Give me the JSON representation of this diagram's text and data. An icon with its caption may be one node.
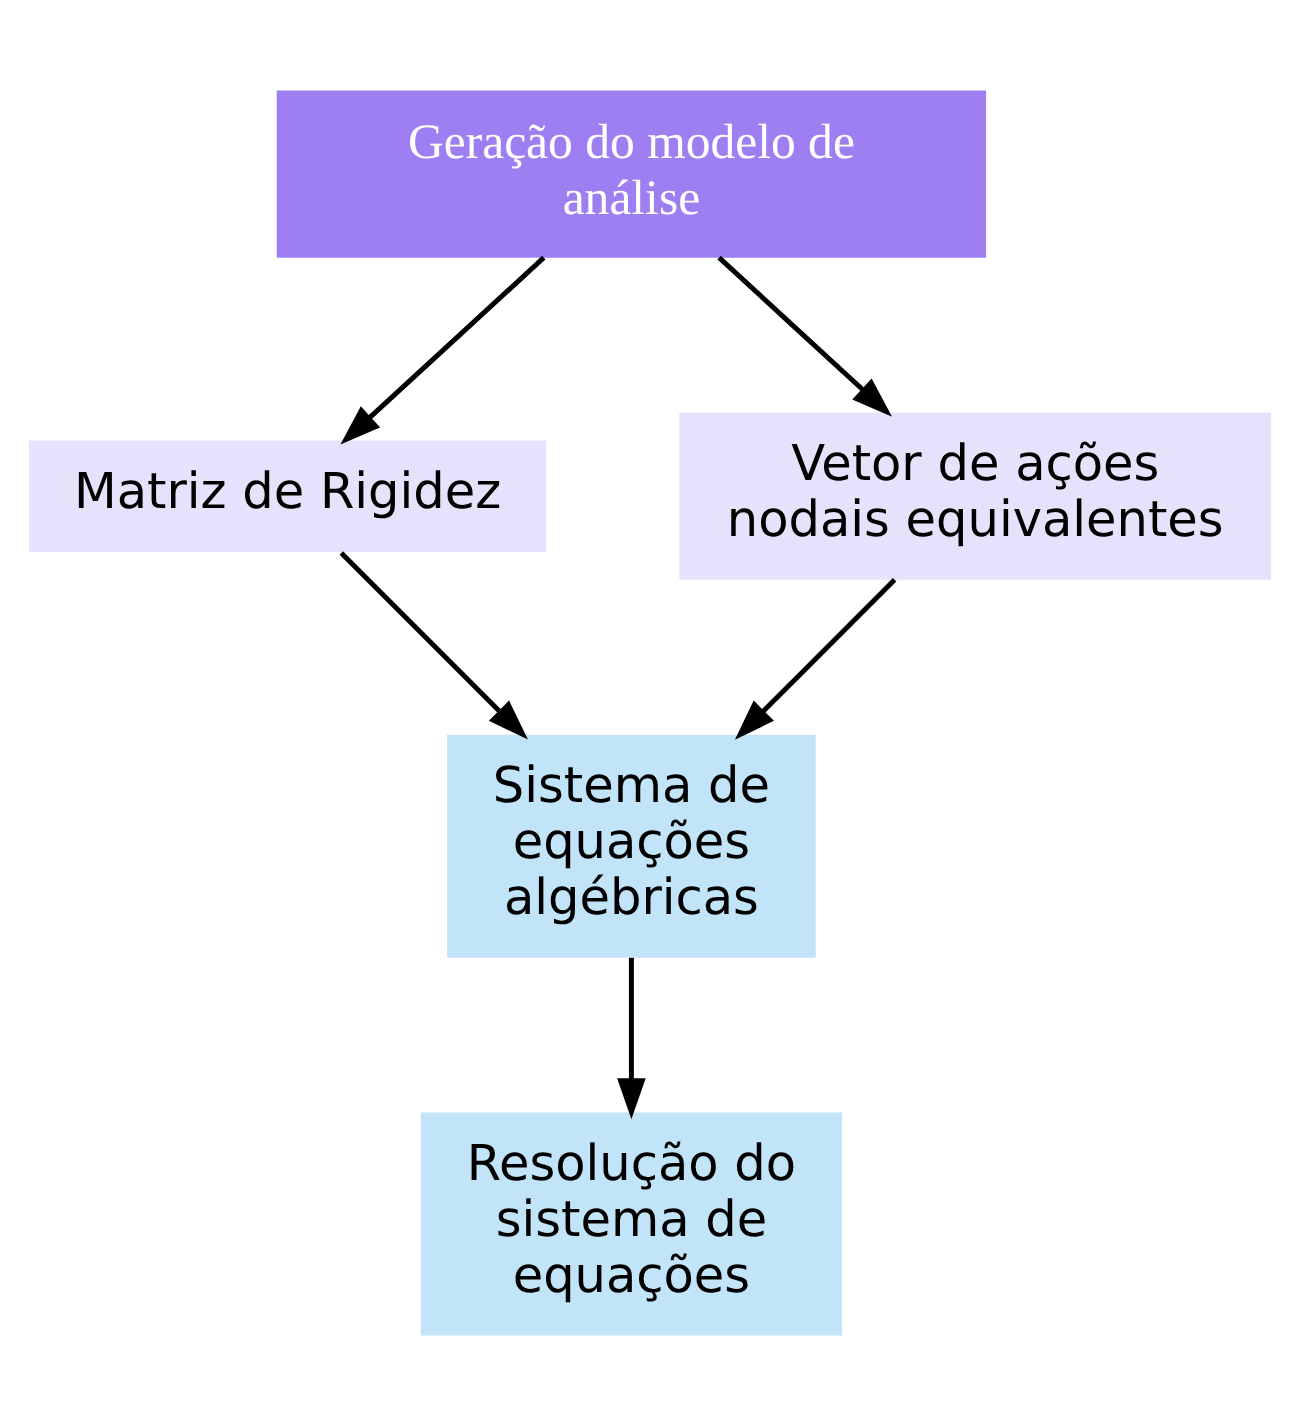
{
  "diagram": {
    "nodes": [
      {
        "text": [
          "Geração do modelo de análise"
        ]
      },
      {
        "text": [
          "Matriz de Rigidez"
        ]
      },
      {
        "text": [
          "Vetor de ações nodais equivalentes"
        ]
      },
      {
        "text": [
          "Sistema de equações algébricas"
        ]
      },
      {
        "text": [
          "Resolução do sistema de equações"
        ]
      }
    ],
    "edges": [
      {
        "from": 0,
        "to": 1,
        "arrow": "to"
      },
      {
        "from": 0,
        "to": 2,
        "arrow": "to"
      },
      {
        "from": 1,
        "to": 3,
        "arrow": "to"
      },
      {
        "from": 2,
        "to": 3,
        "arrow": "to"
      },
      {
        "from": 3,
        "to": 4,
        "arrow": "to"
      }
    ]
  }
}
